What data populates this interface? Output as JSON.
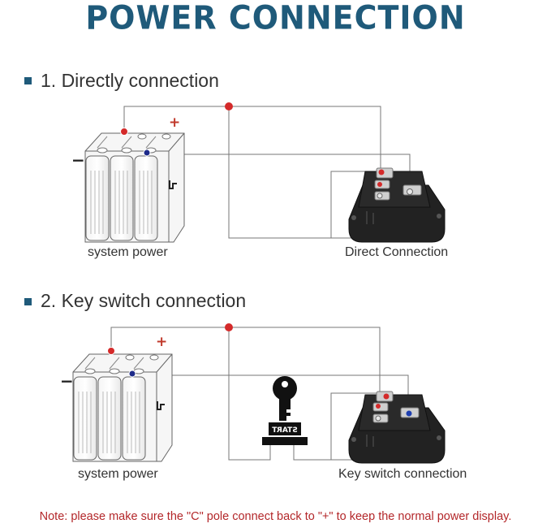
{
  "title": "POWER CONNECTION",
  "sections": [
    {
      "heading": "1. Directly connection",
      "source_label": "system power",
      "target_label": "Direct Connection"
    },
    {
      "heading": "2. Key switch connection",
      "source_label": "system power",
      "target_label": "Key switch connection"
    }
  ],
  "battery": {
    "plus": "+",
    "minus": "−"
  },
  "key_switch": {
    "text": "START"
  },
  "note": "Note: please make sure the \"C\" pole connect back to \"+\" to keep the normal power display.",
  "colors": {
    "title": "#1f5a7a",
    "wire": "#777777",
    "positive": "#d42a2a",
    "negative": "#1e2b8a",
    "note": "#b3272a"
  }
}
